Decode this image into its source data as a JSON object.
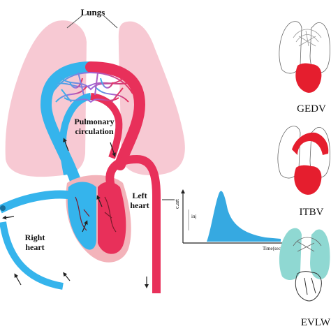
{
  "labels": {
    "lungs": "Lungs",
    "pulmonary_line1": "Pulmonary",
    "pulmonary_line2": "circulation",
    "left_heart_line1": "Left",
    "left_heart_line2": "heart",
    "right_heart_line1": "Right",
    "right_heart_line2": "heart",
    "curve_y_label": "c.art",
    "curve_inj_label": "inj",
    "curve_x_label": "Time(sec)"
  },
  "panels": [
    {
      "label": "GEDV"
    },
    {
      "label": "ITBV"
    },
    {
      "label": "EVLW"
    }
  ],
  "colors": {
    "lungs": "#f7c9d3",
    "venous": "#35b4ec",
    "arterial": "#e8305a",
    "heart_outline": "#f3b3ba",
    "curve_fill": "#36a9e1",
    "panel_red": "#e51e2e",
    "panel_teal": "#8fd8d2"
  }
}
